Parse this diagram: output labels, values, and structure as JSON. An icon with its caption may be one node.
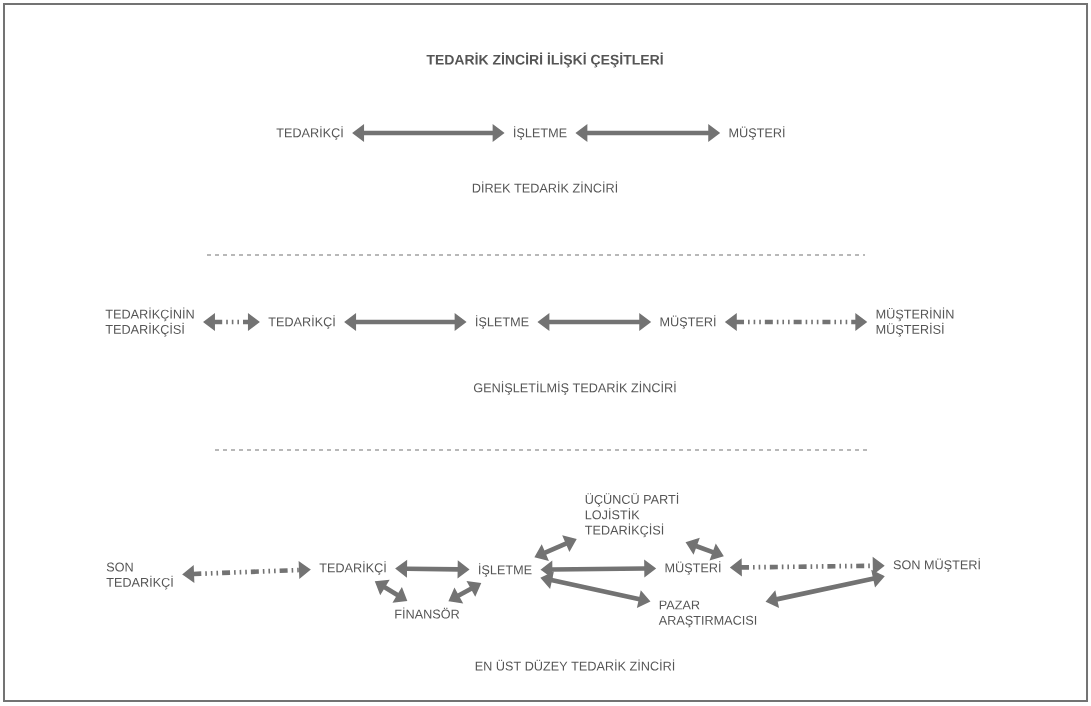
{
  "diagram": {
    "title": "TEDARİK ZİNCİRİ İLİŞKİ ÇEŞİTLERİ",
    "nodes": [
      {
        "text": [
          "TEDARİKÇİ"
        ]
      },
      {
        "text": [
          "İŞLETME"
        ]
      },
      {
        "text": [
          "MÜŞTERİ"
        ]
      },
      {
        "text": [
          "TEDARİKÇİNİN TEDARİKÇİSİ"
        ]
      },
      {
        "text": [
          "TEDARİKÇİ"
        ]
      },
      {
        "text": [
          "İŞLETME"
        ]
      },
      {
        "text": [
          "MÜŞTERİ"
        ]
      },
      {
        "text": [
          "MÜŞTERİNİN MÜŞTERİSİ"
        ]
      },
      {
        "text": [
          "ÜÇÜNCÜ PARTİ LOJİSTİK TEDARİKÇİSİ"
        ]
      },
      {
        "text": [
          "SON TEDARİKÇİ"
        ]
      },
      {
        "text": [
          "TEDARİKÇİ"
        ]
      },
      {
        "text": [
          "İŞLETME"
        ]
      },
      {
        "text": [
          "MÜŞTERİ"
        ]
      },
      {
        "text": [
          "SON MÜŞTERİ"
        ]
      },
      {
        "text": [
          "FİNANSÖR"
        ]
      },
      {
        "text": [
          "PAZAR ARAŞTIRMACISI"
        ]
      }
    ],
    "edges": [
      {
        "from": 0,
        "to": 1,
        "arrow": "both"
      },
      {
        "from": 1,
        "to": 2,
        "arrow": "both"
      },
      {
        "from": 3,
        "to": 4,
        "arrow": "both",
        "style": "dashed"
      },
      {
        "from": 4,
        "to": 5,
        "arrow": "both"
      },
      {
        "from": 5,
        "to": 6,
        "arrow": "both"
      },
      {
        "from": 6,
        "to": 7,
        "arrow": "both",
        "style": "dashed"
      },
      {
        "from": 9,
        "to": 10,
        "arrow": "both",
        "style": "dashed"
      },
      {
        "from": 10,
        "to": 11,
        "arrow": "both"
      },
      {
        "from": 11,
        "to": 12,
        "arrow": "both"
      },
      {
        "from": 12,
        "to": 13,
        "arrow": "both",
        "style": "dashed"
      },
      {
        "from": 11,
        "to": 8,
        "arrow": "both"
      },
      {
        "from": 8,
        "to": 12,
        "arrow": "both"
      },
      {
        "from": 10,
        "to": 14,
        "arrow": "both"
      },
      {
        "from": 14,
        "to": 11,
        "arrow": "both"
      },
      {
        "from": 11,
        "to": 15,
        "arrow": "both"
      },
      {
        "from": 15,
        "to": 13,
        "arrow": "both"
      }
    ],
    "labels": [
      "DİREK TEDARİK ZİNCİRİ",
      "GENİŞLETİLMİŞ TEDARİK ZİNCİRİ",
      "EN ÜST DÜZEY TEDARİK ZİNCİRİ"
    ]
  }
}
